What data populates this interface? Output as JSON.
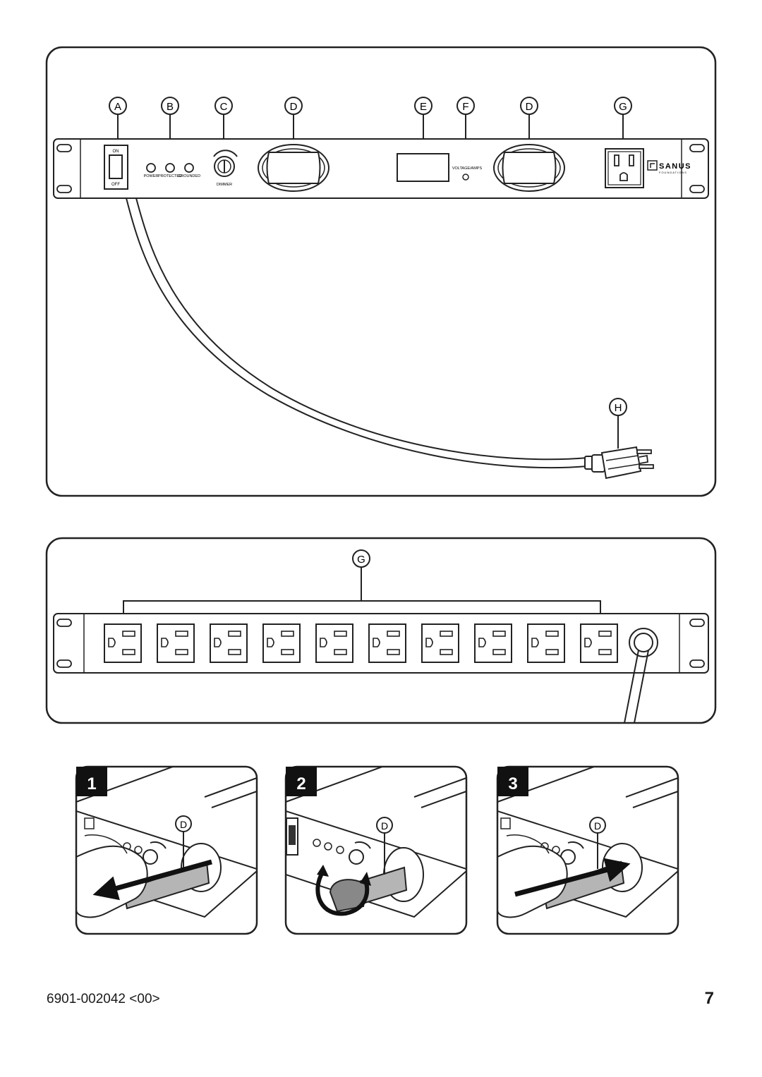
{
  "front_panel": {
    "callouts": [
      "A",
      "B",
      "C",
      "D",
      "E",
      "F",
      "D",
      "G"
    ],
    "cord_callout": "H",
    "switch_top": "ON",
    "switch_bottom": "OFF",
    "led_labels": [
      "POWER",
      "PROTECTED",
      "GROUNDED"
    ],
    "dimmer_label": "DIMMER",
    "port_label": "VOLTAGE/AMPS",
    "brand": "SANUS",
    "brand_sub": "FOUNDATIONS"
  },
  "rear_panel": {
    "callout": "G",
    "outlet_count": 10
  },
  "steps": [
    {
      "number": "1",
      "callout": "D",
      "action": "pull"
    },
    {
      "number": "2",
      "callout": "D",
      "action": "rotate"
    },
    {
      "number": "3",
      "callout": "D",
      "action": "push"
    }
  ],
  "footer": {
    "doc_code": "6901-002042 <00>",
    "page_number": "7"
  }
}
